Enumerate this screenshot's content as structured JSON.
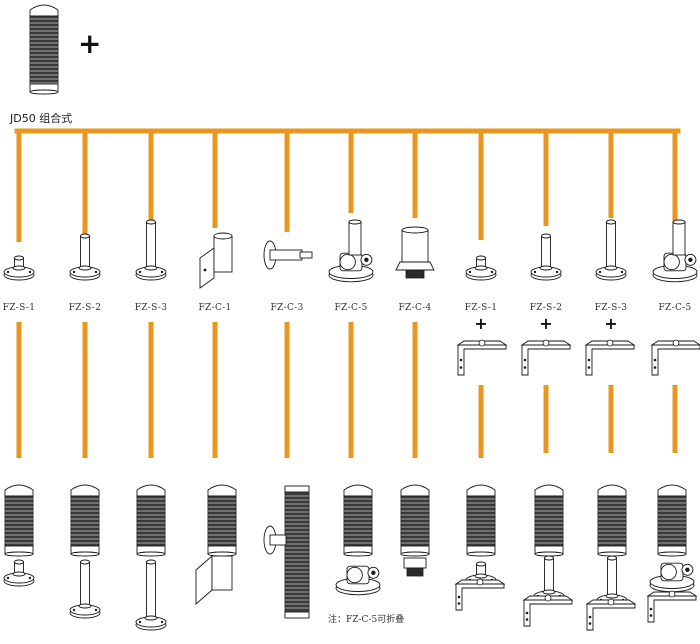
{
  "title": "JD50 组合式",
  "top_plus": "+",
  "note": "注：FZ-C-5可折叠",
  "colors": {
    "connector": "#E8961E",
    "line": "#1a1a1a"
  },
  "columns": [
    {
      "code": "FZ-S-1",
      "plus": ""
    },
    {
      "code": "FZ-S-2",
      "plus": ""
    },
    {
      "code": "FZ-S-3",
      "plus": ""
    },
    {
      "code": "FZ-C-1",
      "plus": ""
    },
    {
      "code": "FZ-C-3",
      "plus": ""
    },
    {
      "code": "FZ-C-5",
      "plus": ""
    },
    {
      "code": "FZ-C-4",
      "plus": ""
    },
    {
      "code": "FZ-S-1",
      "plus": "+"
    },
    {
      "code": "FZ-S-2",
      "plus": "+"
    },
    {
      "code": "FZ-S-3",
      "plus": "+"
    },
    {
      "code": "FZ-C-5",
      "plus": ""
    }
  ]
}
